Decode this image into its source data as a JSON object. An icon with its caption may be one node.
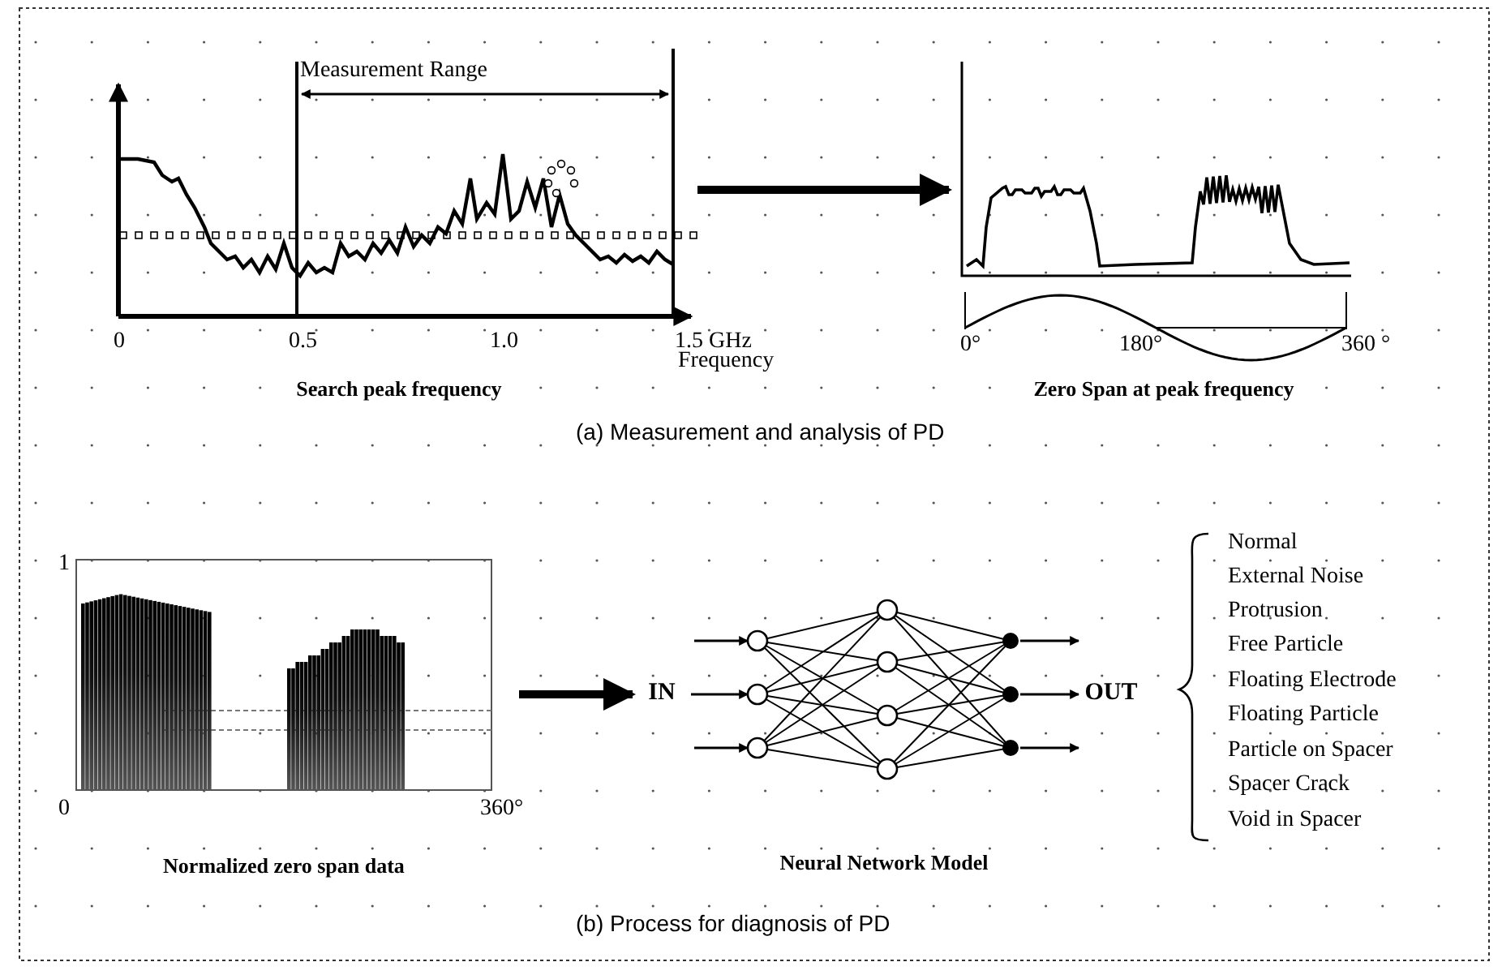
{
  "diagram": {
    "nodes": [
      {
        "text": [
          "Search peak frequency"
        ]
      },
      {
        "text": [
          "Zero Span at peak frequency"
        ]
      },
      {
        "text": [
          "Normalized zero span data"
        ]
      },
      {
        "text": [
          "IN"
        ]
      },
      {
        "text": [
          "Neural Network Model"
        ]
      },
      {
        "text": [
          "OUT"
        ]
      }
    ],
    "edges": [
      {
        "from": 0,
        "to": 1,
        "arrow": "to",
        "style": "thick"
      },
      {
        "from": 2,
        "to": 3,
        "arrow": "to",
        "style": "thick"
      },
      {
        "from": 3,
        "to": 4,
        "arrow": "to"
      },
      {
        "from": null,
        "to": 4,
        "arrow": "to"
      },
      {
        "from": null,
        "to": 4,
        "arrow": "to"
      },
      {
        "from": 4,
        "to": 5,
        "arrow": "to"
      },
      {
        "from": 4,
        "to": 5,
        "arrow": "to"
      },
      {
        "from": 4,
        "to": 5,
        "arrow": "to"
      }
    ],
    "labels": [
      "Measurement Range",
      "0",
      "0.5",
      "1.0",
      "1.5 GHz",
      "Frequency",
      "0°",
      "180°",
      "360 °",
      "(a) Measurement and analysis of PD",
      "1",
      "0",
      "360°",
      "Normal",
      "External Noise",
      "Protrusion",
      "Free Particle",
      "Floating Electrode",
      "Floating Particle",
      "Particle on Spacer",
      "Spacer Crack",
      "Void in Spacer",
      "(b) Process for diagnosis of PD"
    ]
  }
}
